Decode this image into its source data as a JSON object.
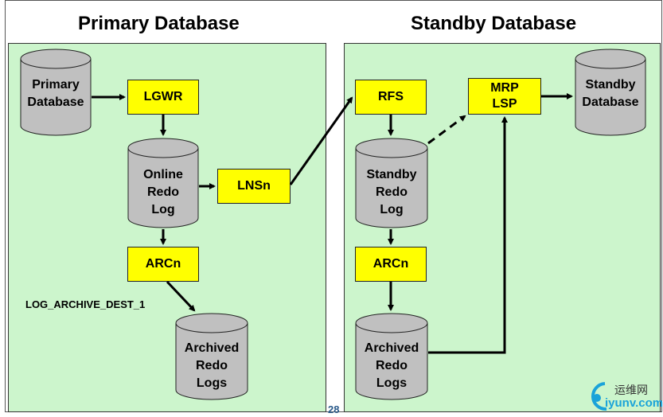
{
  "titles": {
    "primary": "Primary Database",
    "standby": "Standby Database"
  },
  "primary": {
    "primary_db": "Primary\nDatabase",
    "lgwr": "LGWR",
    "online_redo": "Online\nRedo\nLog",
    "lnsn": "LNSn",
    "arcn": "ARCn",
    "dest_label": "LOG_ARCHIVE_DEST_1",
    "archived_logs": "Archived\nRedo\nLogs"
  },
  "standby": {
    "rfs": "RFS",
    "mrp": "MRP\nLSP",
    "standby_db": "Standby\nDatabase",
    "standby_redo": "Standby\nRedo\nLog",
    "arcn": "ARCn",
    "archived_logs": "Archived\nRedo\nLogs"
  },
  "footer": {
    "page_number": "28"
  },
  "watermark": {
    "brand_cn": "运维网",
    "brand_en": "iyunv.com"
  },
  "colors": {
    "panel": "#ccf5cc",
    "process": "#ffff00",
    "cylinder": "#c0c0c0"
  }
}
